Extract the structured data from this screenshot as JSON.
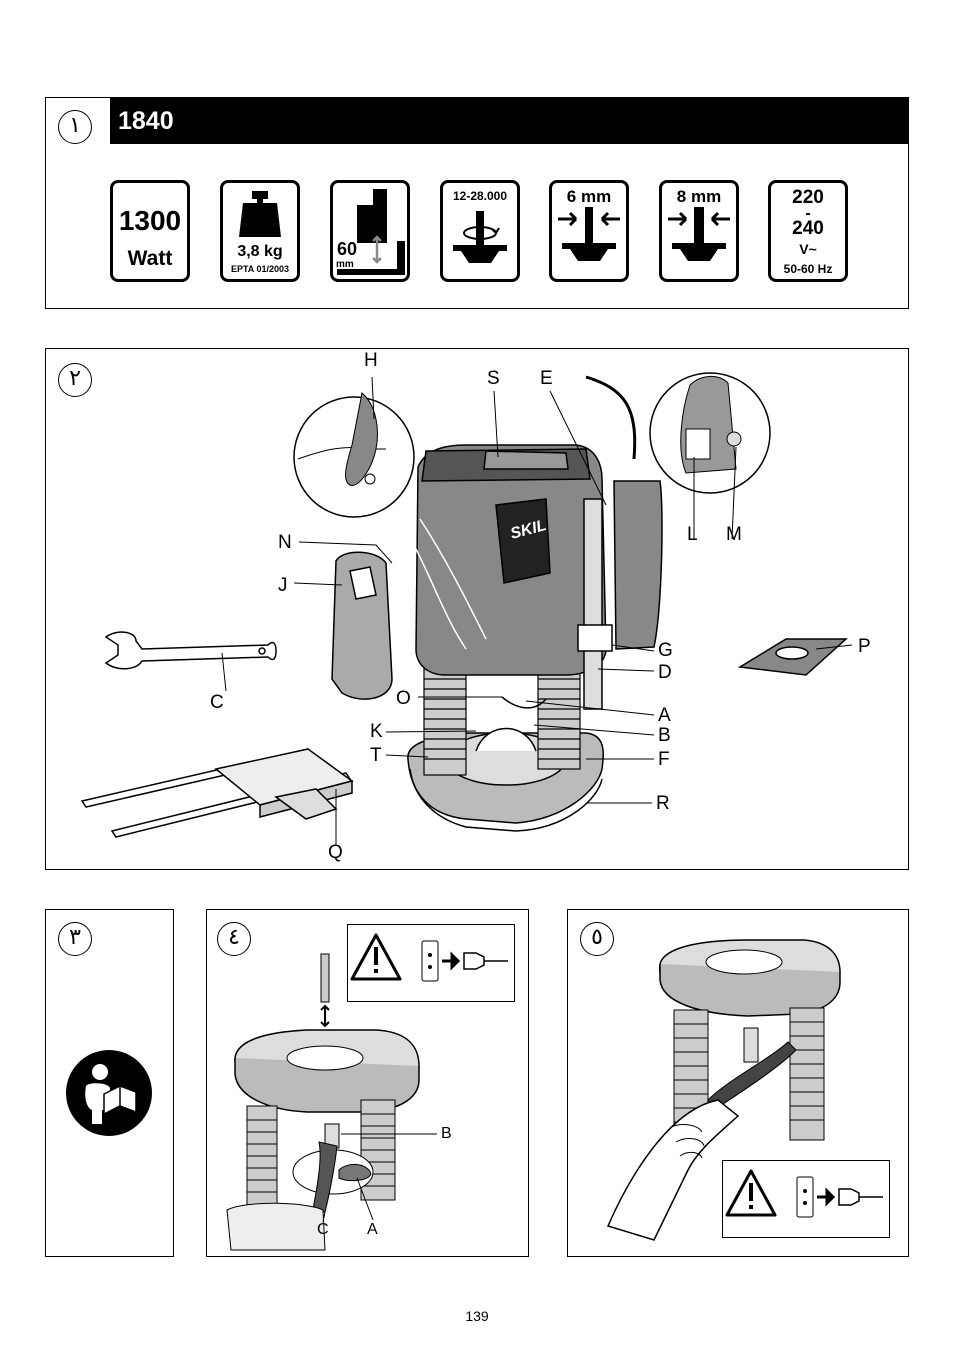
{
  "panel1": {
    "number": "١",
    "model": "1840",
    "specs": {
      "power_value": "1300",
      "power_unit": "Watt",
      "weight": "3,8 kg",
      "weight_std": "EPTA 01/2003",
      "depth_value": "60",
      "depth_unit": "mm",
      "speed": "12-28.000",
      "collet_small": "6 mm",
      "collet_large": "8 mm",
      "voltage_top": "220",
      "voltage_sep": "-",
      "voltage_bottom": "240",
      "voltage_unit": "V~",
      "frequency": "50-60 Hz"
    }
  },
  "panel2": {
    "number": "٢",
    "labels": {
      "H": "H",
      "S": "S",
      "E": "E",
      "L": "L",
      "M": "M",
      "N": "N",
      "J": "J",
      "G": "G",
      "P": "P",
      "D": "D",
      "C": "C",
      "O": "O",
      "A": "A",
      "K": "K",
      "B": "B",
      "T": "T",
      "F": "F",
      "R": "R",
      "Q": "Q"
    },
    "brand": "SKIL"
  },
  "panel3": {
    "number": "٣"
  },
  "panel4": {
    "number": "٤",
    "labels": {
      "B": "B",
      "C": "C",
      "A": "A"
    }
  },
  "panel5": {
    "number": "٥"
  },
  "page_number": "139"
}
